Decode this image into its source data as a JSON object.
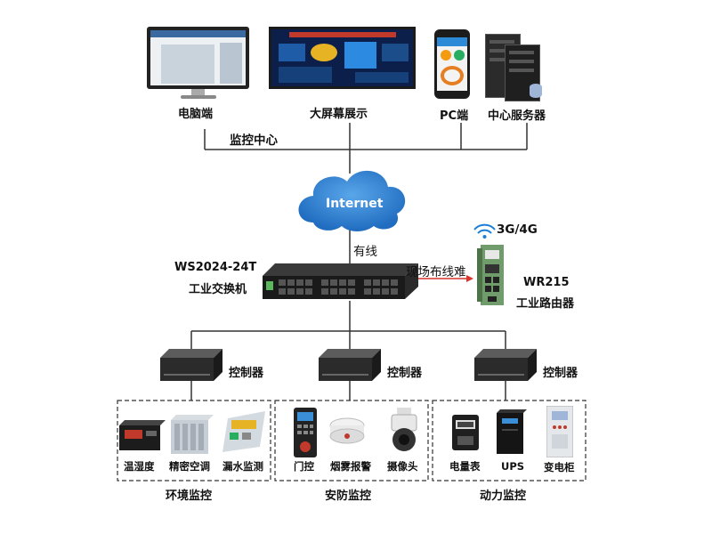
{
  "monitoring_center": {
    "label": "监控中心",
    "nodes": {
      "pc_monitor": "电脑端",
      "big_screen": "大屏幕展示",
      "pc_client": "PC端",
      "server": "中心服务器"
    }
  },
  "cloud": {
    "label": "Internet"
  },
  "wired_label": "有线",
  "switch": {
    "model": "WS2024-24T",
    "name": "工业交换机"
  },
  "router": {
    "signal": "3G/4G",
    "model": "WR215",
    "name": "工业路由器",
    "link_label": "现场布线难"
  },
  "controllers": [
    "控制器",
    "控制器",
    "控制器"
  ],
  "groups": [
    {
      "name": "环境监控",
      "devices": [
        "温湿度",
        "精密空调",
        "漏水监测"
      ]
    },
    {
      "name": "安防监控",
      "devices": [
        "门控",
        "烟雾报警",
        "摄像头"
      ]
    },
    {
      "name": "动力监控",
      "devices": [
        "电量表",
        "UPS",
        "变电柜"
      ]
    }
  ],
  "colors": {
    "line": "#333333",
    "cloud": "#2f7fd0",
    "arrow": "#d9342b",
    "signal": "#1a7fd4",
    "router": "#6f9c6a"
  }
}
